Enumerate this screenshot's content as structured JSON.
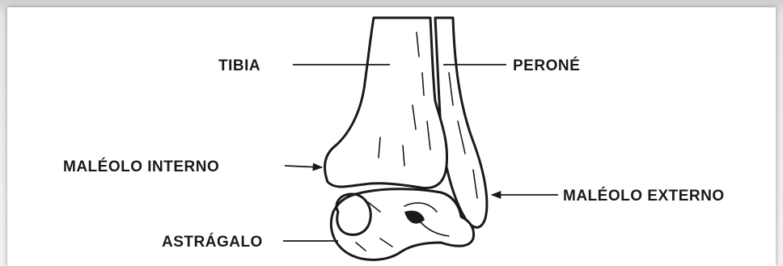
{
  "labels": {
    "tibia": "TIBIA",
    "perone": "PERONÉ",
    "maleolo_interno": "MALÉOLO INTERNO",
    "maleolo_externo": "MALÉOLO EXTERNO",
    "astragalo": "ASTRÁGALO"
  },
  "colors": {
    "ink": "#1a1a1a",
    "bone": "#ffffff"
  }
}
